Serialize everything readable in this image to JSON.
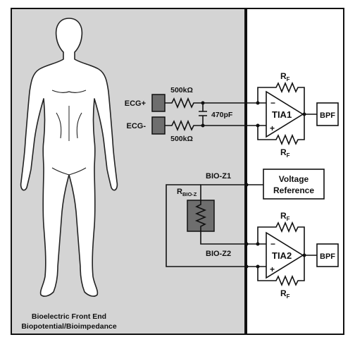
{
  "body_panel": {
    "caption_line1": "Bioelectric Front End",
    "caption_line2": "Biopotential/Bioimpedance"
  },
  "ecg": {
    "plus_label": "ECG+",
    "minus_label": "ECG-",
    "resistor_top": "500kΩ",
    "resistor_bottom": "500kΩ",
    "capacitor": "470pF"
  },
  "bioz": {
    "z1_label": "BIO-Z1",
    "z2_label": "BIO-Z2",
    "r_label": "R",
    "r_sub": "BIO-Z"
  },
  "amp1": {
    "name": "TIA1",
    "minus": "−",
    "plus": "+",
    "rf_top": "R",
    "rf_top_sub": "F",
    "rf_bottom": "R",
    "rf_bottom_sub": "F",
    "filter": "BPF"
  },
  "amp2": {
    "name": "TIA2",
    "minus": "−",
    "plus": "+",
    "rf_top": "R",
    "rf_top_sub": "F",
    "rf_bottom": "R",
    "rf_bottom_sub": "F",
    "filter": "BPF"
  },
  "voltage_ref": {
    "line1": "Voltage",
    "line2": "Reference"
  },
  "colors": {
    "panel_fill": "#d4d4d4",
    "body_fill": "#ffffff",
    "electrode_fill": "#6e6e6e",
    "line": "#111111"
  }
}
